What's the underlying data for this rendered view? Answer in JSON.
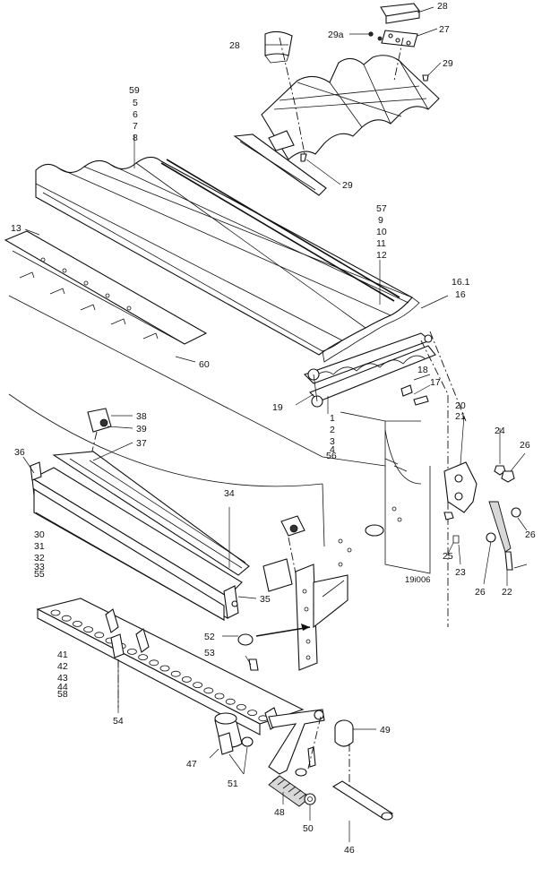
{
  "figure_code": "19i006",
  "callouts": {
    "c28a": "28",
    "c28b": "28",
    "c27": "27",
    "c29a_top": "29a",
    "c29_top": "29",
    "c29_mid": "29",
    "c59": "59",
    "c5": "5",
    "c6": "6",
    "c7": "7",
    "c8": "8",
    "c57": "57",
    "c9": "9",
    "c10": "10",
    "c11": "11",
    "c12": "12",
    "c13": "13",
    "c161": "16.1",
    "c16": "16",
    "c60": "60",
    "c18": "18",
    "c17": "17",
    "c19": "19",
    "c1": "1",
    "c2": "2",
    "c3": "3",
    "c4": "4",
    "c56": "56",
    "c20": "20",
    "c21": "21",
    "c24": "24",
    "c26a": "26",
    "c26b": "26",
    "c26c": "26",
    "c38": "38",
    "c39": "39",
    "c37": "37",
    "c36": "36",
    "c30": "30",
    "c31": "31",
    "c32": "32",
    "c33": "33",
    "c55": "55",
    "c34": "34",
    "c35": "35",
    "c25": "25",
    "c23": "23",
    "c22": "22",
    "c52": "52",
    "c53": "53",
    "c41": "41",
    "c42": "42",
    "c43": "43",
    "c44": "44",
    "c58": "58",
    "c54": "54",
    "c49": "49",
    "c47": "47",
    "c51": "51",
    "c48": "48",
    "c50": "50",
    "c46": "46"
  }
}
